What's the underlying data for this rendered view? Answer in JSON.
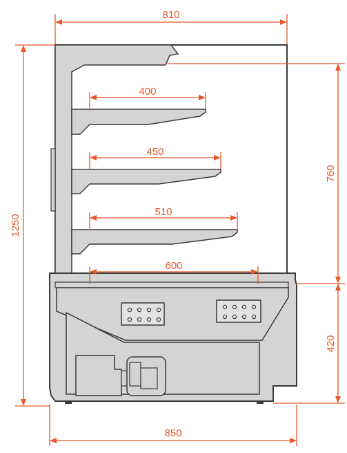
{
  "colors": {
    "dimension": "#e8572a",
    "body_fill": "#d4d4d4",
    "body_stroke": "#3a3a3a",
    "panel_fill": "#e2e2e2",
    "background": "#ffffff"
  },
  "dimensions": {
    "width_top": "810",
    "width_bottom": "850",
    "height_total": "1250",
    "height_display": "760",
    "height_base": "420",
    "shelf_1": "400",
    "shelf_2": "450",
    "shelf_3": "510",
    "base_depth": "600"
  }
}
